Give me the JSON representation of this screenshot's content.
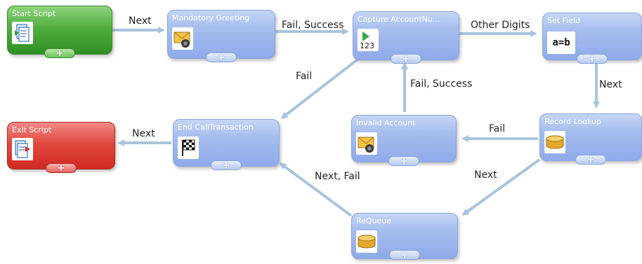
{
  "nodes": {
    "start_script": {
      "title": "Start Script",
      "icon": "script-start-icon"
    },
    "mandatory_greeting": {
      "title": "Mandatory Greeting",
      "icon": "envelope-audio-icon"
    },
    "capture_account": {
      "title": "Capture AccountNu...",
      "icon": "capture-digits-icon"
    },
    "set_field": {
      "title": "Set Field",
      "icon": "assignment-icon",
      "icon_text": "a=b"
    },
    "exit_script": {
      "title": "Exit Script",
      "icon": "script-exit-icon"
    },
    "end_call": {
      "title": "End CallTransaction",
      "icon": "checkered-flag-icon"
    },
    "invalid_account": {
      "title": "Invalid Account",
      "icon": "envelope-audio-icon"
    },
    "record_lookup": {
      "title": "Record Lookup",
      "icon": "database-icon"
    },
    "requeue": {
      "title": "ReQueue",
      "icon": "database-icon"
    }
  },
  "add_symbol": "+",
  "edges": {
    "start_to_greeting": "Next",
    "greeting_to_capture": "Fail, Success",
    "capture_to_setfield": "Other Digits",
    "setfield_to_lookup": "Next",
    "capture_to_endcall": "Fail",
    "invalid_to_capture": "Fail, Success",
    "lookup_to_invalid": "Fail",
    "endcall_to_exit": "Next",
    "lookup_to_requeue": "Next",
    "requeue_to_endcall": "Next, Fail"
  },
  "colors": {
    "edge": "#a9c4dc",
    "node_blue": "#a7bfee",
    "node_green": "#4fae3c",
    "node_red": "#e2483f"
  }
}
